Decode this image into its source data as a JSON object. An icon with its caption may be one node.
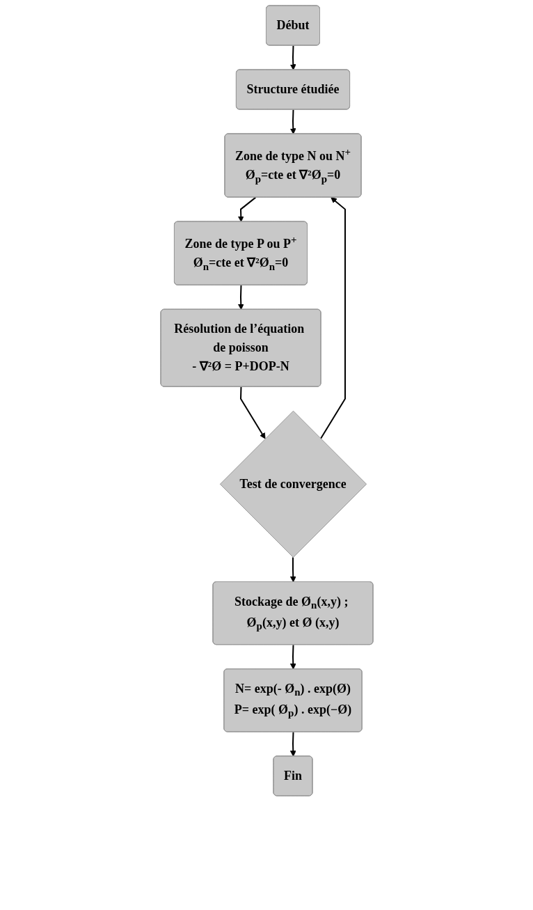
{
  "diagram": {
    "nodes": [
      {
        "text": [
          "Début"
        ]
      },
      {
        "text": [
          "Structure étudiée"
        ]
      },
      {
        "text": [
          "Zone de type N ou N$^{+}$",
          "Ø$_{p}$=cte et ∇²Ø$_{p}$=0"
        ]
      },
      {
        "text": [
          "Zone de type P ou P$^{+}$",
          "Ø$_{n}$=cte et ∇²Ø$_{n}$=0"
        ]
      },
      {
        "text": [
          "Résolution de l’équation de poisson",
          "- ∇²Ø = P+DOP-N"
        ]
      },
      {
        "text": [
          "Test de convergence"
        ]
      },
      {
        "text": [
          "Stockage de Ø$_{n}$(x,y) ; Ø$_{p}$(x,y) et Ø (x,y)"
        ]
      },
      {
        "text": [
          "N= exp(- Ø$_{n}$) . exp(Ø)",
          "P= exp( Ø$_{p}$) . exp(−Ø)"
        ]
      },
      {
        "text": [
          "Fin"
        ]
      }
    ],
    "edges": [
      {
        "from": 0,
        "to": 1,
        "arrow": "to"
      },
      {
        "from": 1,
        "to": 2,
        "arrow": "to"
      },
      {
        "from": 2,
        "to": 3,
        "arrow": "to"
      },
      {
        "from": 3,
        "to": 4,
        "arrow": "to"
      },
      {
        "from": 4,
        "to": 5,
        "arrow": "to"
      },
      {
        "from": 5,
        "to": 2,
        "arrow": "to"
      },
      {
        "from": 5,
        "to": 6,
        "arrow": "to"
      },
      {
        "from": 6,
        "to": 7,
        "arrow": "to"
      },
      {
        "from": 7,
        "to": 8,
        "arrow": "to"
      }
    ]
  }
}
